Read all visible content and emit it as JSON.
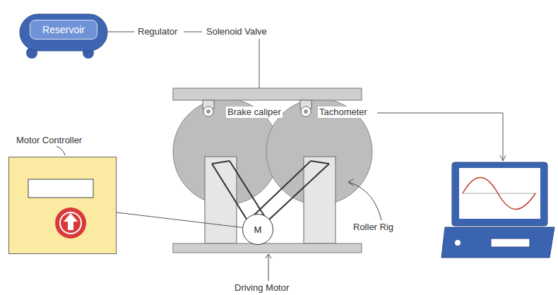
{
  "diagram": {
    "nodes": [
      {
        "text": [
          "Reservoir"
        ]
      },
      {
        "text": [
          "Motor Controller"
        ]
      },
      {
        "text": [
          "M"
        ]
      }
    ],
    "edges": [
      {
        "from": 1,
        "to": 2,
        "arrow": "none"
      }
    ],
    "labels": [
      "Regulator",
      "Solenoid Valve",
      "Brake caliper",
      "Tachometer",
      "Roller Rig",
      "Driving Motor"
    ]
  }
}
